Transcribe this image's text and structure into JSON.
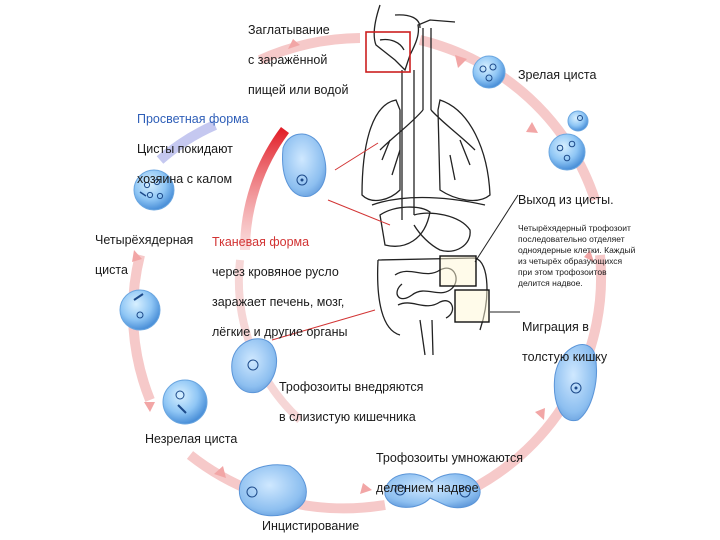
{
  "labels": {
    "ingestion": {
      "line1": "Заглатывание",
      "line2": "с заражённой",
      "line3": "пищей или водой"
    },
    "mature_cyst": "Зрелая циста",
    "lumen_form": {
      "title": "Просветная форма",
      "line1": "Цисты покидают",
      "line2": "хозяина с калом"
    },
    "excystation": {
      "title": "Выход из цисты.",
      "desc": "Четырёхядерный трофозоит\nпоследовательно отделяет\nодноядерные клетки. Каждый\nиз четырёх образующихся\nпри этом трофозоитов\nделится надвое."
    },
    "four_nucleated": {
      "line1": "Четырёхядерная",
      "line2": "циста"
    },
    "tissue_form": {
      "title": "Тканевая форма",
      "line1": "через кровяное русло",
      "line2": "заражает печень, мозг,",
      "line3": "лёгкие и другие органы"
    },
    "migration": {
      "line1": "Миграция в",
      "line2": "толстую кишку"
    },
    "trophozoites_invade": {
      "line1": "Трофозоиты внедряются",
      "line2": "в слизистую кишечника"
    },
    "immature_cyst": "Незрелая циста",
    "trophozoites_multiply": {
      "line1": "Трофозоиты умножаются",
      "line2": "делением надвое"
    },
    "encystation": "Инцистирование"
  },
  "colors": {
    "cycle_ring": "#f6c9c9",
    "lumen_arc": "#c5c8f0",
    "tissue_arc": "#e2202a",
    "lumen_text": "#2f5fb8",
    "tissue_text": "#d23434",
    "cell_fill": "#8fc6f5"
  }
}
